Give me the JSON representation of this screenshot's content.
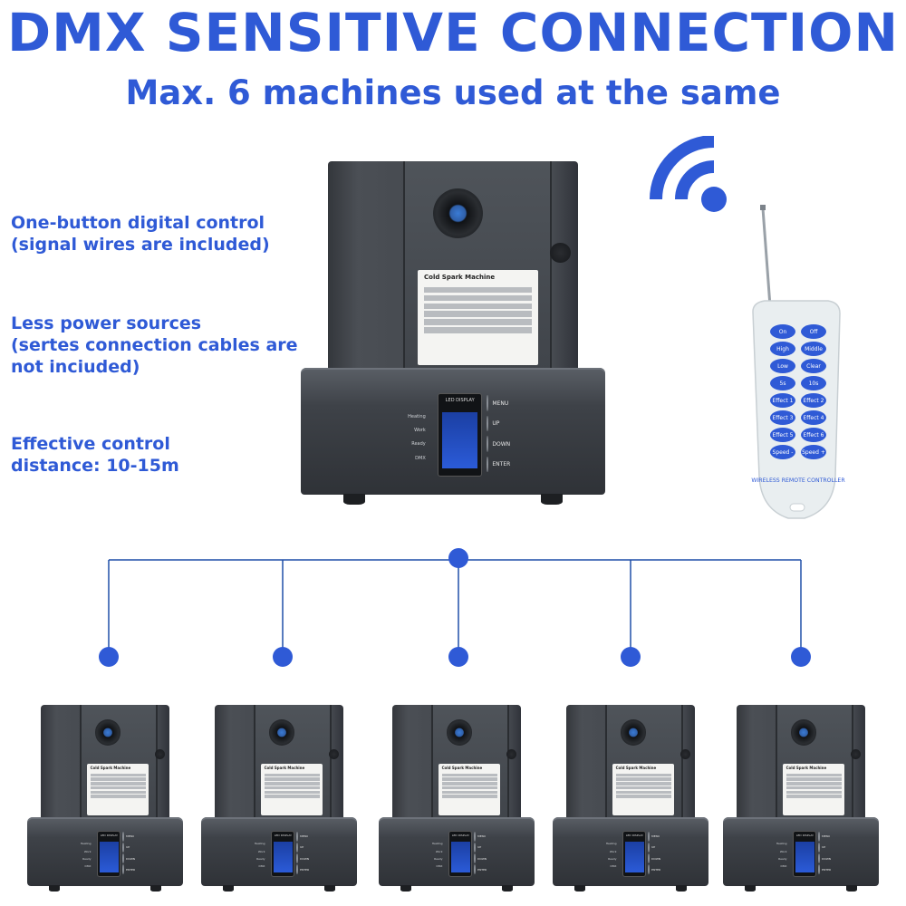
{
  "header": {
    "title": "DMX SENSITIVE CONNECTION",
    "subtitle": "Max. 6 machines used at the same"
  },
  "colors": {
    "accent": "#2f5ad6",
    "machine_dark": "#3e4248",
    "remote_body": "#e9eef0",
    "remote_buttons": "#2f5ad6"
  },
  "features": [
    {
      "text": "One-button digital control\n(signal wires are included)"
    },
    {
      "text": "Less power sources\n(sertes connection cables are\nnot inciuded)"
    },
    {
      "text": "Effective control\ndistance:  10-15m"
    }
  ],
  "icons": {
    "wireless": "wifi-signal-icon"
  },
  "machine": {
    "label_title": "Cold Spark Machine",
    "display_label": "LED DISPLAY",
    "buttons": [
      "MENU",
      "UP",
      "DOWN",
      "ENTER"
    ],
    "indicators": [
      "Heating",
      "Work",
      "Ready",
      "DMX"
    ]
  },
  "remote": {
    "buttons": [
      "On",
      "Off",
      "High",
      "Middle",
      "Low",
      "Clear",
      "5s",
      "10s",
      "Effect 1",
      "Effect 2",
      "Effect 3",
      "Effect 4",
      "Effect 5",
      "Effect 6",
      "Speed -",
      "Speed +"
    ],
    "label": "WIRELESS REMOTE CONTROLLER"
  },
  "connected_machines_count": 5
}
